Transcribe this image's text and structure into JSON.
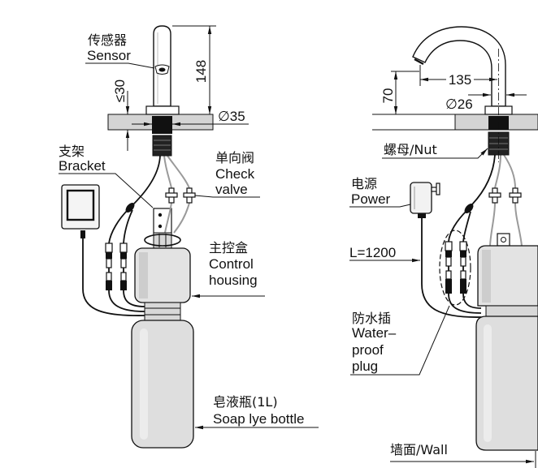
{
  "left_figure": {
    "sensor": {
      "label_cn": "传感器",
      "label_en": "Sensor"
    },
    "dimensions": {
      "spout_height": "148",
      "countertop_thickness": "≤30",
      "hole_diameter": "∅35"
    },
    "bracket": {
      "label_cn": "支架",
      "label_en": "Bracket"
    },
    "check_valve": {
      "label_cn": "单向阀",
      "label_en_line1": "Check",
      "label_en_line2": "valve"
    },
    "control_housing": {
      "label_cn": "主控盒",
      "label_en_line1": "Control",
      "label_en_line2": "housing"
    },
    "soap_bottle": {
      "label_cn": "皂液瓶(1L)",
      "label_en": "Soap lye bottle"
    }
  },
  "right_figure": {
    "dimensions": {
      "spout_reach": "135",
      "spout_diameter": "∅26",
      "spout_clearance": "70"
    },
    "nut": {
      "label": "螺母/Nut"
    },
    "power": {
      "label_cn": "电源",
      "label_en": "Power"
    },
    "cable": {
      "length": "L=1200"
    },
    "waterproof_plug": {
      "label_cn": "防水插",
      "label_en_line1": "Water–",
      "label_en_line2": "proof",
      "label_en_line3": "plug"
    },
    "wall": {
      "label": "墙面/Wall"
    }
  },
  "colors": {
    "line": "#111111",
    "countertop": "#d4d4d4",
    "hose": "#9a9a9a",
    "housing": "#e3e3e3",
    "bottle": "#dedede"
  }
}
